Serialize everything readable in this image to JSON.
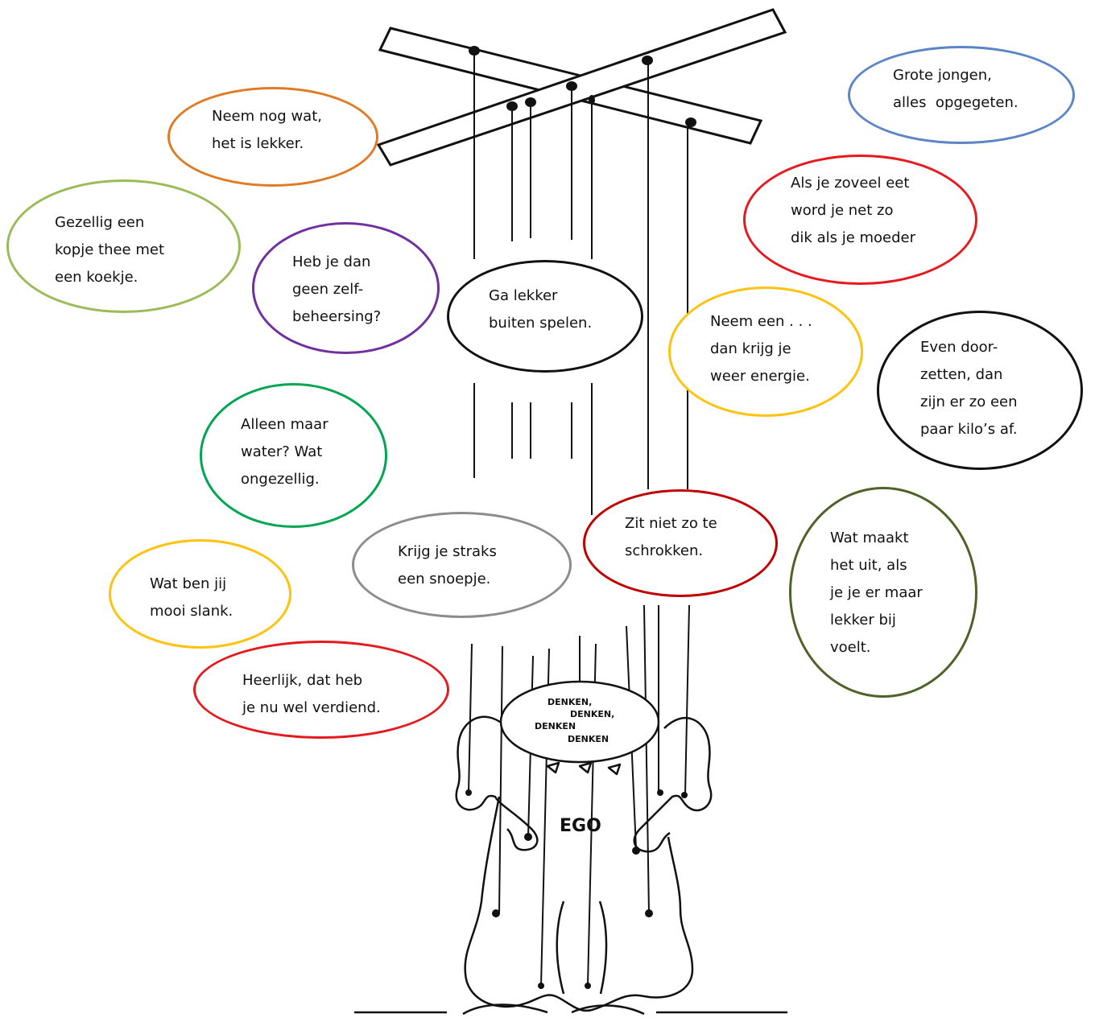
{
  "colors": {
    "orange": "#E07B24",
    "blue": "#5B85C6",
    "red": "#E5191E",
    "light_green": "#9BBB59",
    "purple": "#7030A0",
    "black": "#111111",
    "yellow": "#FFC20E",
    "green": "#00A651",
    "dark_red": "#C00000",
    "gray": "#8C8C8C",
    "olive": "#4F6228"
  },
  "puppet": {
    "head_lines": [
      "DENKEN,",
      "DENKEN,",
      "DENKEN",
      "DENKEN"
    ],
    "chest_label": "EGO"
  },
  "bubbles": [
    {
      "id": "neem-nog-wat",
      "color": "orange",
      "text": "Neem nog wat,\nhet is lekker."
    },
    {
      "id": "grote-jongen",
      "color": "blue",
      "text": "Grote jongen,\nalles  opgegeten."
    },
    {
      "id": "gezellig-thee",
      "color": "light_green",
      "text": "Gezellig een\nkopje thee met\neen koekje."
    },
    {
      "id": "zelfbeheersing",
      "color": "purple",
      "text": "Heb je dan\ngeen zelf-\nbeheersing?"
    },
    {
      "id": "buiten-spelen",
      "color": "black",
      "text": "Ga lekker\nbuiten spelen."
    },
    {
      "id": "zoveel-eet",
      "color": "red",
      "text": "Als je zoveel eet\nword je net zo\ndik als je moeder"
    },
    {
      "id": "energie",
      "color": "yellow",
      "text": "Neem een . . .\ndan krijg je\nweer energie."
    },
    {
      "id": "doorzetten",
      "color": "black",
      "text": "Even door-\nzetten, dan\nzijn er zo een\npaar kilo’s af."
    },
    {
      "id": "alleen-water",
      "color": "green",
      "text": "Alleen maar\nwater? Wat\nongezellig."
    },
    {
      "id": "schrokken",
      "color": "dark_red",
      "text": "Zit niet zo te\nschrokken."
    },
    {
      "id": "snoepje",
      "color": "gray",
      "text": "Krijg je straks\neen snoepje."
    },
    {
      "id": "wat-maakt-het-uit",
      "color": "olive",
      "text": "Wat maakt\nhet uit, als\nje je er maar\nlekker bij\nvoelt."
    },
    {
      "id": "slank",
      "color": "yellow",
      "text": "Wat ben jij\nmooi slank."
    },
    {
      "id": "verdiend",
      "color": "red",
      "text": "Heerlijk, dat heb\nje nu wel verdiend."
    }
  ]
}
